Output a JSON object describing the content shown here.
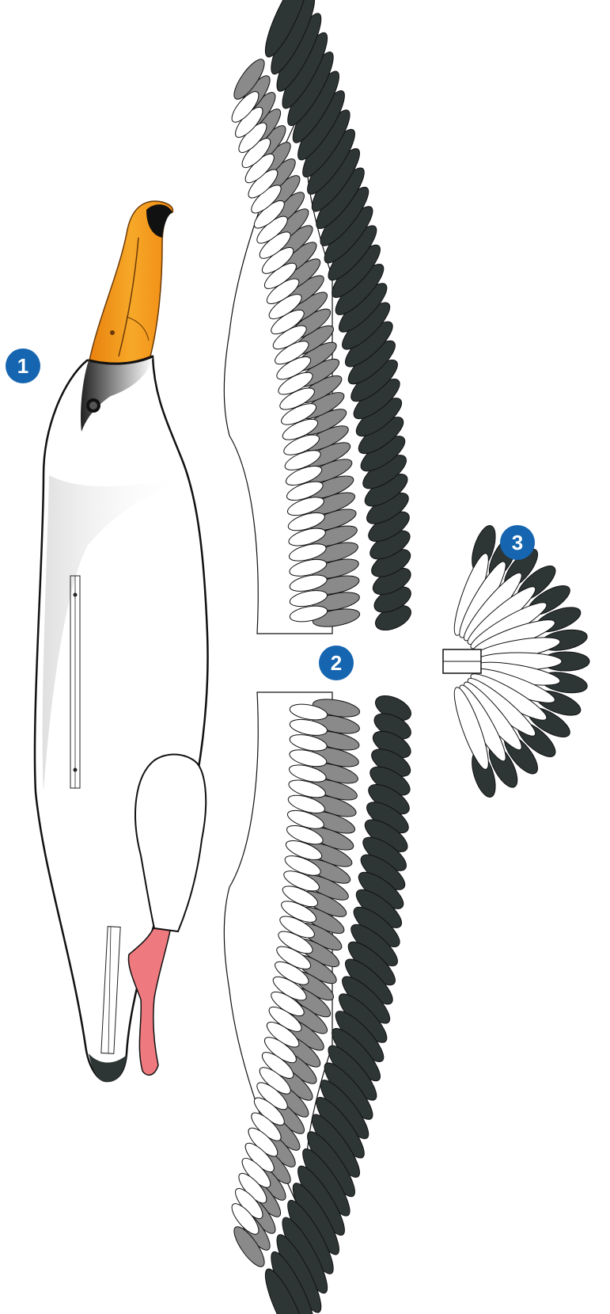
{
  "colors": {
    "primary_feather": "#2e3535",
    "covert_feather": "#8a8a8a",
    "body": "#ffffff",
    "outline": "#111111",
    "beak_orange": "#f39a1c",
    "beak_dark": "#c8640c",
    "leg_pink": "#ee7a7f",
    "badge_blue": "#1565b0"
  },
  "badges": [
    {
      "id": "1",
      "label": "1",
      "part": "body"
    },
    {
      "id": "2",
      "label": "2",
      "part": "wings"
    },
    {
      "id": "3",
      "label": "3",
      "part": "tail"
    }
  ]
}
